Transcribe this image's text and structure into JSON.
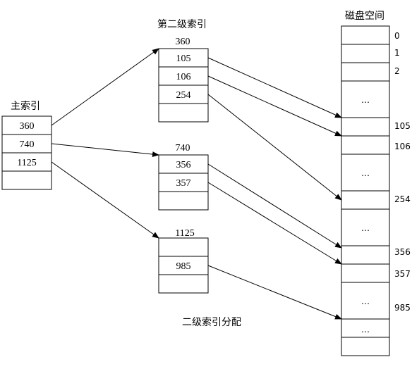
{
  "main_index": {
    "title": "主索引",
    "entries": [
      "360",
      "740",
      "1125",
      ""
    ]
  },
  "second_level": {
    "title": "第二级索引",
    "blocks": [
      {
        "address": "360",
        "entries": [
          "105",
          "106",
          "254",
          ""
        ]
      },
      {
        "address": "740",
        "entries": [
          "356",
          "357",
          ""
        ]
      },
      {
        "address": "1125",
        "entries": [
          "",
          "985",
          ""
        ]
      }
    ]
  },
  "disk": {
    "title": "磁盘空间",
    "blocks": [
      {
        "label": "0",
        "content": ""
      },
      {
        "label": "1",
        "content": ""
      },
      {
        "label": "2",
        "content": ""
      },
      {
        "label": "",
        "content": "…"
      },
      {
        "label": "105",
        "content": ""
      },
      {
        "label": "106",
        "content": ""
      },
      {
        "label": "",
        "content": "…"
      },
      {
        "label": "254",
        "content": ""
      },
      {
        "label": "",
        "content": "…"
      },
      {
        "label": "356",
        "content": ""
      },
      {
        "label": "357",
        "content": ""
      },
      {
        "label": "",
        "content": "…"
      },
      {
        "label": "985",
        "content": ""
      },
      {
        "label": "",
        "content": "…"
      }
    ]
  },
  "caption": "二级索引分配",
  "colors": {
    "line": "#000000",
    "background": "#ffffff"
  }
}
